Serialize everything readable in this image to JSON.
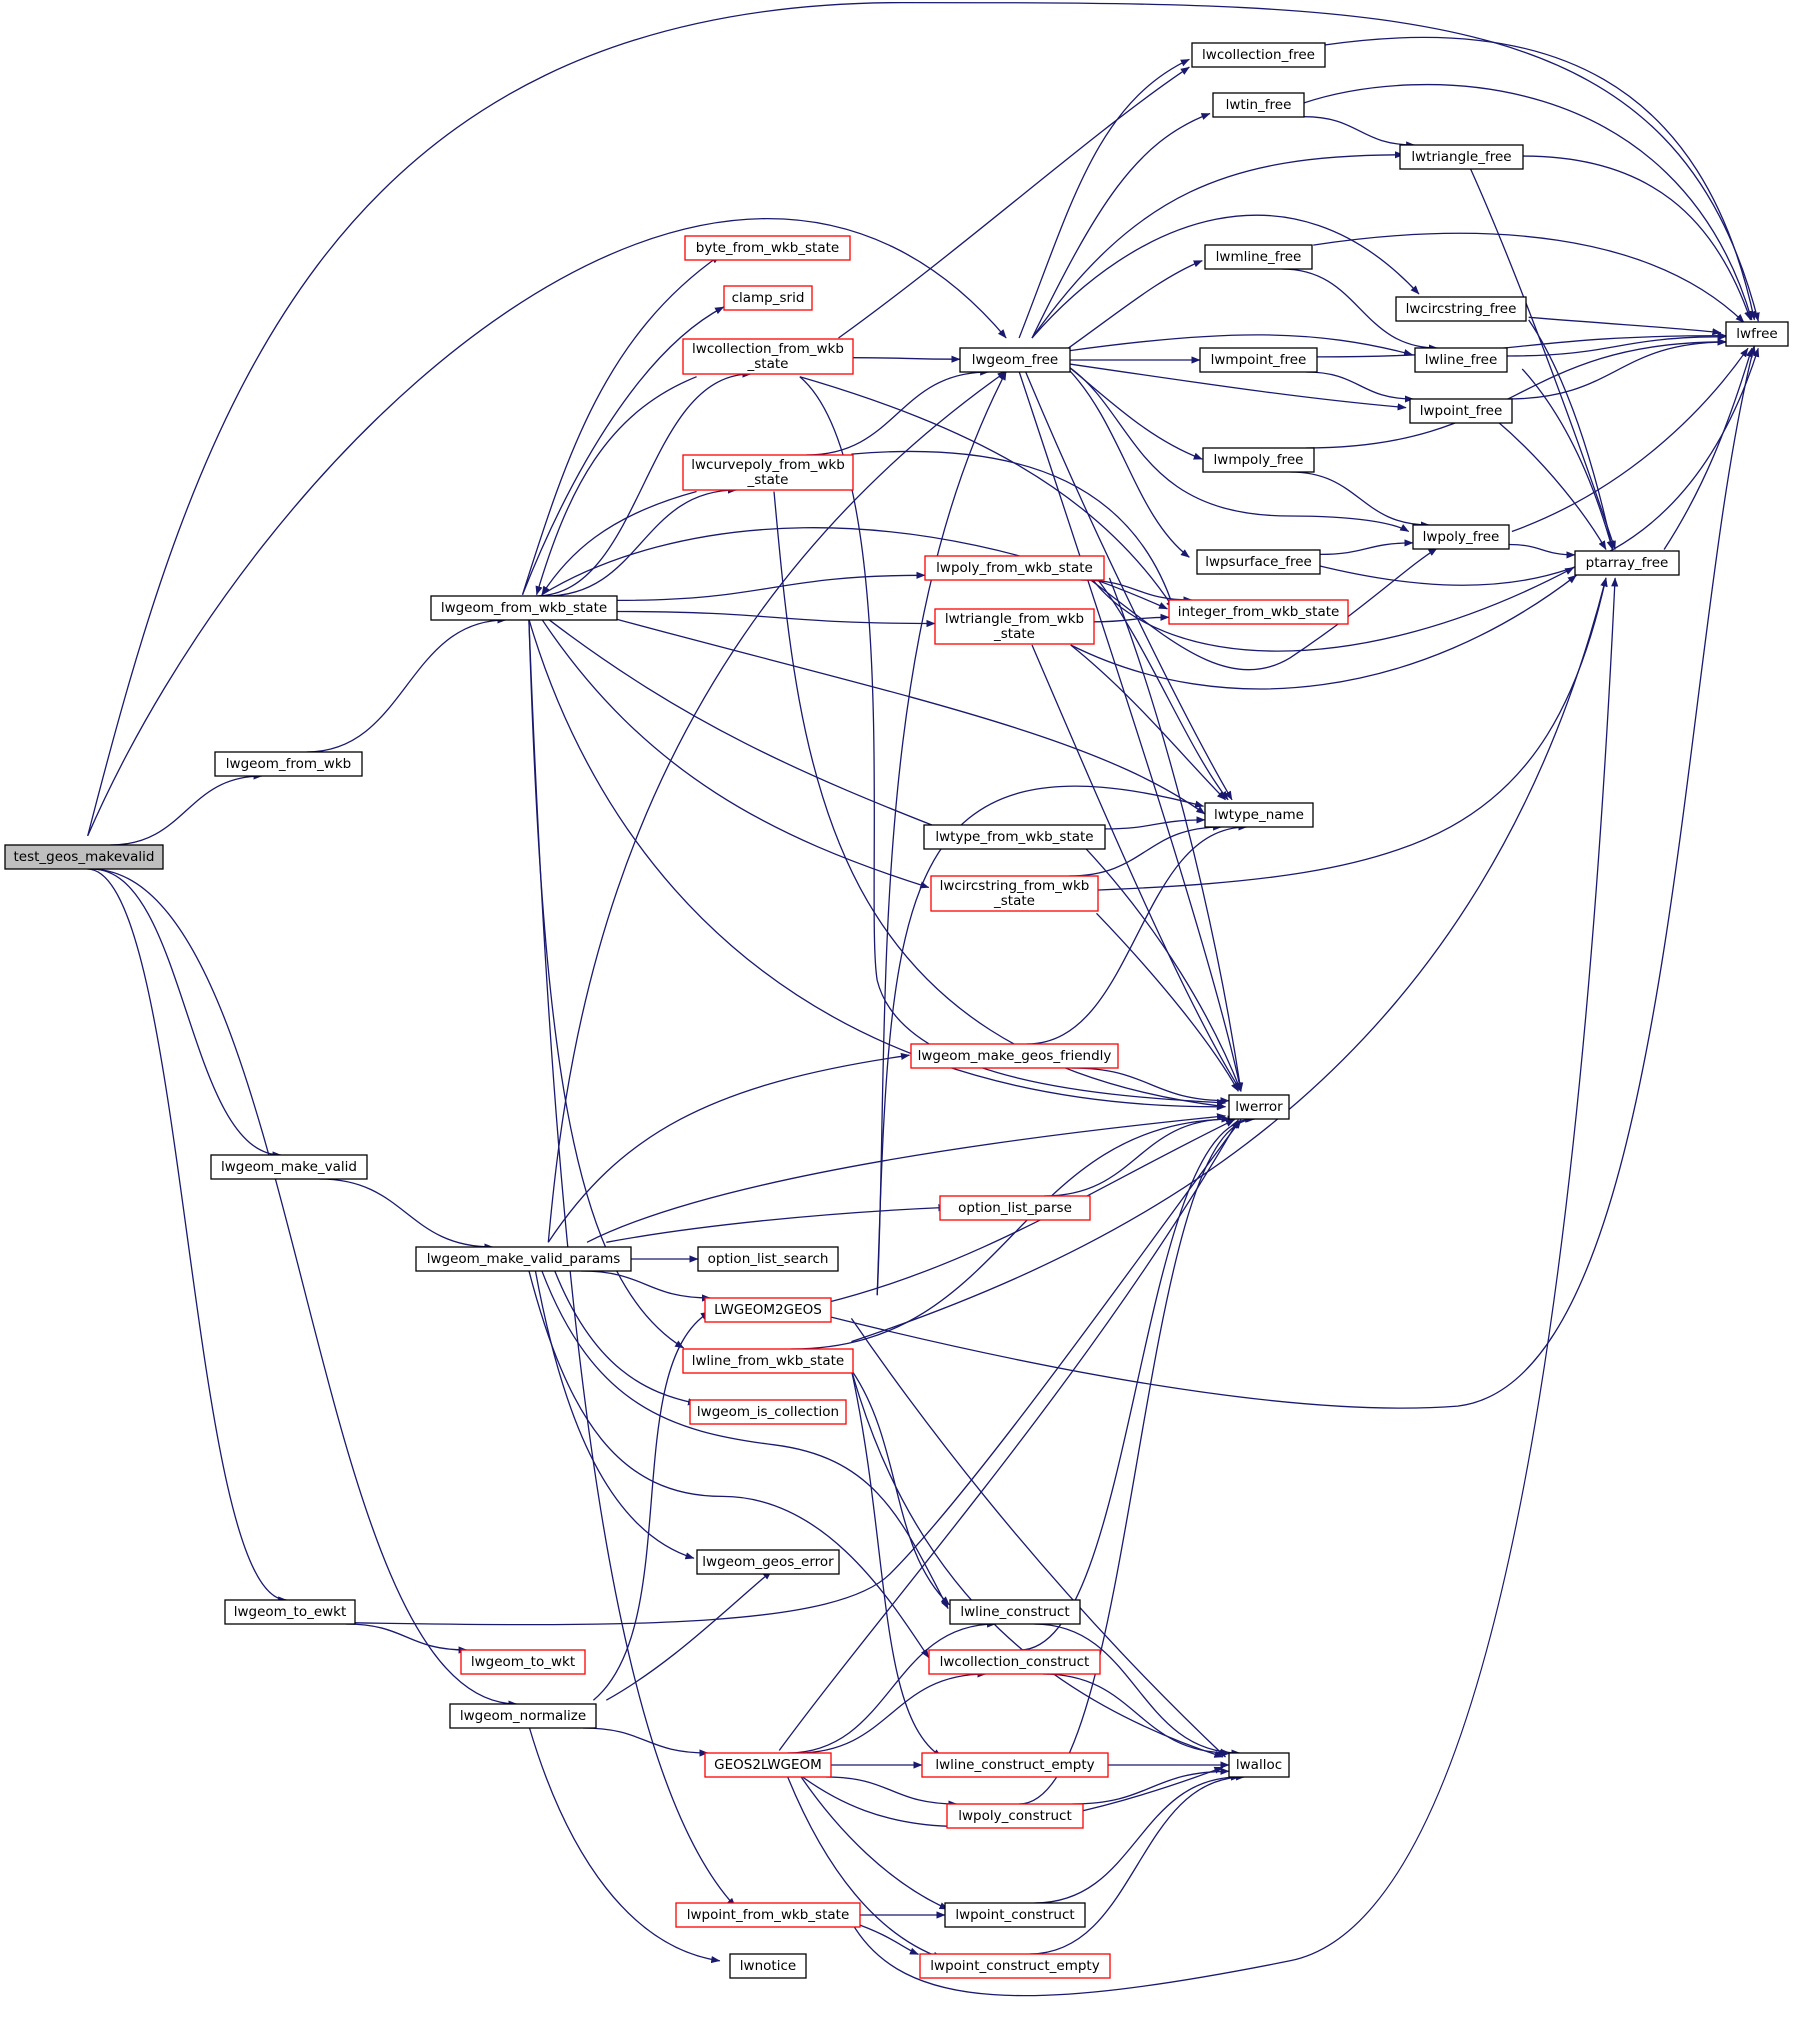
{
  "colors": {
    "edge": "#191970",
    "node_border": "#000000",
    "node_border_unexpanded": "#ff0000",
    "root_fill": "#bfbfbf"
  },
  "nodes": {
    "test_geos_makevalid": {
      "label": "test_geos_makevalid",
      "style": "root"
    },
    "lwgeom_from_wkb": {
      "label": "lwgeom_from_wkb",
      "style": "black"
    },
    "lwgeom_from_wkb_state": {
      "label": "lwgeom_from_wkb_state",
      "style": "black"
    },
    "lwgeom_make_valid": {
      "label": "lwgeom_make_valid",
      "style": "black"
    },
    "lwgeom_make_valid_params": {
      "label": "lwgeom_make_valid_params",
      "style": "black"
    },
    "lwgeom_to_ewkt": {
      "label": "lwgeom_to_ewkt",
      "style": "black"
    },
    "lwgeom_normalize": {
      "label": "lwgeom_normalize",
      "style": "black"
    },
    "byte_from_wkb_state": {
      "label": "byte_from_wkb_state",
      "style": "red"
    },
    "clamp_srid": {
      "label": "clamp_srid",
      "style": "red"
    },
    "lwcollection_from_wkb_state": {
      "label": "lwcollection_from_wkb\n_state",
      "style": "red"
    },
    "lwcurvepoly_from_wkb_state": {
      "label": "lwcurvepoly_from_wkb\n_state",
      "style": "red"
    },
    "option_list_search": {
      "label": "option_list_search",
      "style": "black"
    },
    "LWGEOM2GEOS": {
      "label": "LWGEOM2GEOS",
      "style": "red"
    },
    "lwline_from_wkb_state": {
      "label": "lwline_from_wkb_state",
      "style": "red"
    },
    "lwgeom_is_collection": {
      "label": "lwgeom_is_collection",
      "style": "red"
    },
    "lwgeom_geos_error": {
      "label": "lwgeom_geos_error",
      "style": "black"
    },
    "lwgeom_to_wkt": {
      "label": "lwgeom_to_wkt",
      "style": "red"
    },
    "GEOS2LWGEOM": {
      "label": "GEOS2LWGEOM",
      "style": "red"
    },
    "lwpoint_from_wkb_state": {
      "label": "lwpoint_from_wkb_state",
      "style": "red"
    },
    "lwnotice": {
      "label": "lwnotice",
      "style": "black"
    },
    "lwgeom_free": {
      "label": "lwgeom_free",
      "style": "black"
    },
    "lwpoly_from_wkb_state": {
      "label": "lwpoly_from_wkb_state",
      "style": "red"
    },
    "lwtriangle_from_wkb_state": {
      "label": "lwtriangle_from_wkb\n_state",
      "style": "red"
    },
    "lwtype_from_wkb_state": {
      "label": "lwtype_from_wkb_state",
      "style": "black"
    },
    "lwcircstring_from_wkb_state": {
      "label": "lwcircstring_from_wkb\n_state",
      "style": "red"
    },
    "lwgeom_make_geos_friendly": {
      "label": "lwgeom_make_geos_friendly",
      "style": "red"
    },
    "option_list_parse": {
      "label": "option_list_parse",
      "style": "red"
    },
    "lwline_construct": {
      "label": "lwline_construct",
      "style": "black"
    },
    "lwcollection_construct": {
      "label": "lwcollection_construct",
      "style": "red"
    },
    "lwline_construct_empty": {
      "label": "lwline_construct_empty",
      "style": "red"
    },
    "lwpoly_construct": {
      "label": "lwpoly_construct",
      "style": "red"
    },
    "lwpoint_construct": {
      "label": "lwpoint_construct",
      "style": "black"
    },
    "lwpoint_construct_empty": {
      "label": "lwpoint_construct_empty",
      "style": "red"
    },
    "lwcollection_free": {
      "label": "lwcollection_free",
      "style": "black"
    },
    "lwtin_free": {
      "label": "lwtin_free",
      "style": "black"
    },
    "lwmline_free": {
      "label": "lwmline_free",
      "style": "black"
    },
    "lwmpoint_free": {
      "label": "lwmpoint_free",
      "style": "black"
    },
    "lwmpoly_free": {
      "label": "lwmpoly_free",
      "style": "black"
    },
    "lwpsurface_free": {
      "label": "lwpsurface_free",
      "style": "black"
    },
    "integer_from_wkb_state": {
      "label": "integer_from_wkb_state",
      "style": "red"
    },
    "lwtype_name": {
      "label": "lwtype_name",
      "style": "black"
    },
    "lwerror": {
      "label": "lwerror",
      "style": "black"
    },
    "lwalloc": {
      "label": "lwalloc",
      "style": "black"
    },
    "lwtriangle_free": {
      "label": "lwtriangle_free",
      "style": "black"
    },
    "lwcircstring_free": {
      "label": "lwcircstring_free",
      "style": "black"
    },
    "lwline_free": {
      "label": "lwline_free",
      "style": "black"
    },
    "lwpoint_free": {
      "label": "lwpoint_free",
      "style": "black"
    },
    "lwpoly_free": {
      "label": "lwpoly_free",
      "style": "black"
    },
    "ptarray_free": {
      "label": "ptarray_free",
      "style": "black"
    },
    "lwfree": {
      "label": "lwfree",
      "style": "black"
    }
  },
  "edges": [
    [
      "test_geos_makevalid",
      "lwgeom_from_wkb"
    ],
    [
      "test_geos_makevalid",
      "lwgeom_make_valid"
    ],
    [
      "test_geos_makevalid",
      "lwgeom_to_ewkt"
    ],
    [
      "test_geos_makevalid",
      "lwgeom_normalize"
    ],
    [
      "test_geos_makevalid",
      "lwgeom_free"
    ],
    [
      "test_geos_makevalid",
      "lwfree"
    ],
    [
      "lwgeom_from_wkb",
      "lwgeom_from_wkb_state"
    ],
    [
      "lwgeom_from_wkb_state",
      "byte_from_wkb_state"
    ],
    [
      "lwgeom_from_wkb_state",
      "clamp_srid"
    ],
    [
      "lwgeom_from_wkb_state",
      "lwcollection_from_wkb_state"
    ],
    [
      "lwgeom_from_wkb_state",
      "lwcurvepoly_from_wkb_state"
    ],
    [
      "lwgeom_from_wkb_state",
      "integer_from_wkb_state"
    ],
    [
      "lwgeom_from_wkb_state",
      "lwpoly_from_wkb_state"
    ],
    [
      "lwgeom_from_wkb_state",
      "lwtriangle_from_wkb_state"
    ],
    [
      "lwgeom_from_wkb_state",
      "lwtype_name"
    ],
    [
      "lwgeom_from_wkb_state",
      "lwtype_from_wkb_state"
    ],
    [
      "lwgeom_from_wkb_state",
      "lwcircstring_from_wkb_state"
    ],
    [
      "lwgeom_from_wkb_state",
      "lwerror"
    ],
    [
      "lwgeom_from_wkb_state",
      "lwline_from_wkb_state"
    ],
    [
      "lwgeom_from_wkb_state",
      "lwpoint_from_wkb_state"
    ],
    [
      "lwcollection_from_wkb_state",
      "lwgeom_from_wkb_state"
    ],
    [
      "lwcurvepoly_from_wkb_state",
      "lwgeom_from_wkb_state"
    ],
    [
      "lwcollection_from_wkb_state",
      "lwgeom_free"
    ],
    [
      "lwcollection_from_wkb_state",
      "lwcollection_free"
    ],
    [
      "lwcollection_from_wkb_state",
      "integer_from_wkb_state"
    ],
    [
      "lwcollection_from_wkb_state",
      "lwerror"
    ],
    [
      "lwcurvepoly_from_wkb_state",
      "lwgeom_free"
    ],
    [
      "lwcurvepoly_from_wkb_state",
      "integer_from_wkb_state"
    ],
    [
      "lwcurvepoly_from_wkb_state",
      "lwerror"
    ],
    [
      "lwgeom_make_valid",
      "lwgeom_make_valid_params"
    ],
    [
      "lwgeom_make_valid_params",
      "lwgeom_free"
    ],
    [
      "lwgeom_make_valid_params",
      "lwgeom_make_geos_friendly"
    ],
    [
      "lwgeom_make_valid_params",
      "lwerror"
    ],
    [
      "lwgeom_make_valid_params",
      "option_list_parse"
    ],
    [
      "lwgeom_make_valid_params",
      "option_list_search"
    ],
    [
      "lwgeom_make_valid_params",
      "LWGEOM2GEOS"
    ],
    [
      "lwgeom_make_valid_params",
      "lwgeom_is_collection"
    ],
    [
      "lwgeom_make_valid_params",
      "lwgeom_geos_error"
    ],
    [
      "lwgeom_make_valid_params",
      "lwcollection_construct"
    ],
    [
      "lwgeom_make_valid_params",
      "GEOS2LWGEOM"
    ],
    [
      "lwgeom_to_ewkt",
      "lwgeom_to_wkt"
    ],
    [
      "lwgeom_to_ewkt",
      "lwerror"
    ],
    [
      "lwgeom_normalize",
      "LWGEOM2GEOS"
    ],
    [
      "lwgeom_normalize",
      "lwgeom_geos_error"
    ],
    [
      "lwgeom_normalize",
      "GEOS2LWGEOM"
    ],
    [
      "lwgeom_normalize",
      "lwnotice"
    ],
    [
      "LWGEOM2GEOS",
      "lwgeom_free"
    ],
    [
      "LWGEOM2GEOS",
      "lwtype_name"
    ],
    [
      "LWGEOM2GEOS",
      "lwerror"
    ],
    [
      "LWGEOM2GEOS",
      "lwalloc"
    ],
    [
      "LWGEOM2GEOS",
      "lwfree"
    ],
    [
      "lwline_from_wkb_state",
      "lwerror"
    ],
    [
      "lwline_from_wkb_state",
      "ptarray_free"
    ],
    [
      "lwline_from_wkb_state",
      "lwline_construct"
    ],
    [
      "lwline_from_wkb_state",
      "lwline_construct_empty"
    ],
    [
      "lwline_from_wkb_state",
      "lwalloc"
    ],
    [
      "GEOS2LWGEOM",
      "lwerror"
    ],
    [
      "GEOS2LWGEOM",
      "lwline_construct"
    ],
    [
      "GEOS2LWGEOM",
      "lwcollection_construct"
    ],
    [
      "GEOS2LWGEOM",
      "lwline_construct_empty"
    ],
    [
      "GEOS2LWGEOM",
      "lwpoly_construct"
    ],
    [
      "GEOS2LWGEOM",
      "lwalloc"
    ],
    [
      "GEOS2LWGEOM",
      "lwpoint_construct"
    ],
    [
      "GEOS2LWGEOM",
      "lwpoint_construct_empty"
    ],
    [
      "lwpoint_from_wkb_state",
      "lwpoint_construct"
    ],
    [
      "lwpoint_from_wkb_state",
      "lwpoint_construct_empty"
    ],
    [
      "lwpoint_from_wkb_state",
      "ptarray_free"
    ],
    [
      "lwgeom_free",
      "lwcollection_free"
    ],
    [
      "lwgeom_free",
      "lwtin_free"
    ],
    [
      "lwgeom_free",
      "lwtriangle_free"
    ],
    [
      "lwgeom_free",
      "lwmline_free"
    ],
    [
      "lwgeom_free",
      "lwcircstring_free"
    ],
    [
      "lwgeom_free",
      "lwline_free"
    ],
    [
      "lwgeom_free",
      "lwmpoint_free"
    ],
    [
      "lwgeom_free",
      "lwpoint_free"
    ],
    [
      "lwgeom_free",
      "lwmpoly_free"
    ],
    [
      "lwgeom_free",
      "lwpoly_free"
    ],
    [
      "lwgeom_free",
      "lwpsurface_free"
    ],
    [
      "lwgeom_free",
      "lwtype_name"
    ],
    [
      "lwgeom_free",
      "lwerror"
    ],
    [
      "lwpoly_from_wkb_state",
      "integer_from_wkb_state"
    ],
    [
      "lwpoly_from_wkb_state",
      "lwtype_name"
    ],
    [
      "lwpoly_from_wkb_state",
      "lwerror"
    ],
    [
      "lwpoly_from_wkb_state",
      "ptarray_free"
    ],
    [
      "lwpoly_from_wkb_state",
      "lwpoly_free"
    ],
    [
      "lwtriangle_from_wkb_state",
      "integer_from_wkb_state"
    ],
    [
      "lwtriangle_from_wkb_state",
      "lwtype_name"
    ],
    [
      "lwtriangle_from_wkb_state",
      "lwerror"
    ],
    [
      "lwtriangle_from_wkb_state",
      "ptarray_free"
    ],
    [
      "lwtype_from_wkb_state",
      "lwtype_name"
    ],
    [
      "lwtype_from_wkb_state",
      "lwerror"
    ],
    [
      "lwcircstring_from_wkb_state",
      "lwtype_name"
    ],
    [
      "lwcircstring_from_wkb_state",
      "lwerror"
    ],
    [
      "lwcircstring_from_wkb_state",
      "ptarray_free"
    ],
    [
      "lwgeom_make_geos_friendly",
      "lwtype_name"
    ],
    [
      "lwgeom_make_geos_friendly",
      "lwerror"
    ],
    [
      "option_list_parse",
      "lwerror"
    ],
    [
      "lwline_construct",
      "lwalloc"
    ],
    [
      "lwcollection_construct",
      "lwerror"
    ],
    [
      "lwcollection_construct",
      "lwalloc"
    ],
    [
      "lwline_construct_empty",
      "lwalloc"
    ],
    [
      "lwpoly_construct",
      "lwerror"
    ],
    [
      "lwpoly_construct",
      "lwalloc"
    ],
    [
      "lwpoint_construct",
      "lwalloc"
    ],
    [
      "lwpoint_construct_empty",
      "lwalloc"
    ],
    [
      "lwcollection_free",
      "lwfree"
    ],
    [
      "lwtin_free",
      "lwtriangle_free"
    ],
    [
      "lwtin_free",
      "lwfree"
    ],
    [
      "lwmline_free",
      "lwline_free"
    ],
    [
      "lwmline_free",
      "lwfree"
    ],
    [
      "lwmpoint_free",
      "lwpoint_free"
    ],
    [
      "lwmpoint_free",
      "lwfree"
    ],
    [
      "lwmpoly_free",
      "lwpoly_free"
    ],
    [
      "lwmpoly_free",
      "lwfree"
    ],
    [
      "lwpsurface_free",
      "lwpoly_free"
    ],
    [
      "lwpsurface_free",
      "lwfree"
    ],
    [
      "lwtriangle_free",
      "ptarray_free"
    ],
    [
      "lwtriangle_free",
      "lwfree"
    ],
    [
      "lwcircstring_free",
      "ptarray_free"
    ],
    [
      "lwcircstring_free",
      "lwfree"
    ],
    [
      "lwline_free",
      "ptarray_free"
    ],
    [
      "lwline_free",
      "lwfree"
    ],
    [
      "lwpoint_free",
      "ptarray_free"
    ],
    [
      "lwpoint_free",
      "lwfree"
    ],
    [
      "lwpoly_free",
      "ptarray_free"
    ],
    [
      "lwpoly_free",
      "lwfree"
    ],
    [
      "ptarray_free",
      "lwfree"
    ]
  ]
}
